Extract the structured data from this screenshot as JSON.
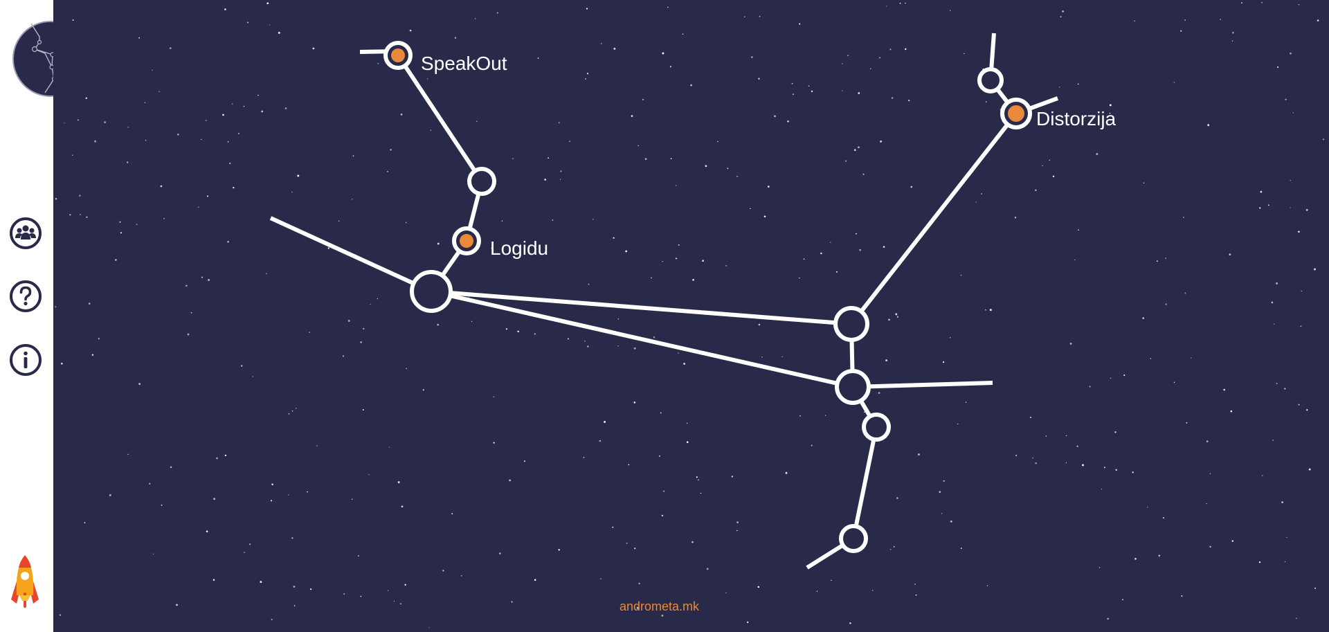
{
  "sidebar": {
    "logo_icon": "constellation-logo-icon",
    "buttons": [
      {
        "name": "team",
        "icon": "group-icon"
      },
      {
        "name": "help",
        "icon": "question-icon"
      },
      {
        "name": "info",
        "icon": "info-icon"
      }
    ],
    "bottom_icon": "rocket-icon"
  },
  "constellation": {
    "labels": {
      "speakout": "SpeakOut",
      "logidu": "Logidu",
      "distorzija": "Distorzija"
    }
  },
  "footer": {
    "link_text": "andrometa.mk"
  },
  "colors": {
    "background": "#29294a",
    "sidebar": "#ffffff",
    "accent": "#e8893c",
    "line": "#ffffff",
    "icon": "#29294a"
  }
}
